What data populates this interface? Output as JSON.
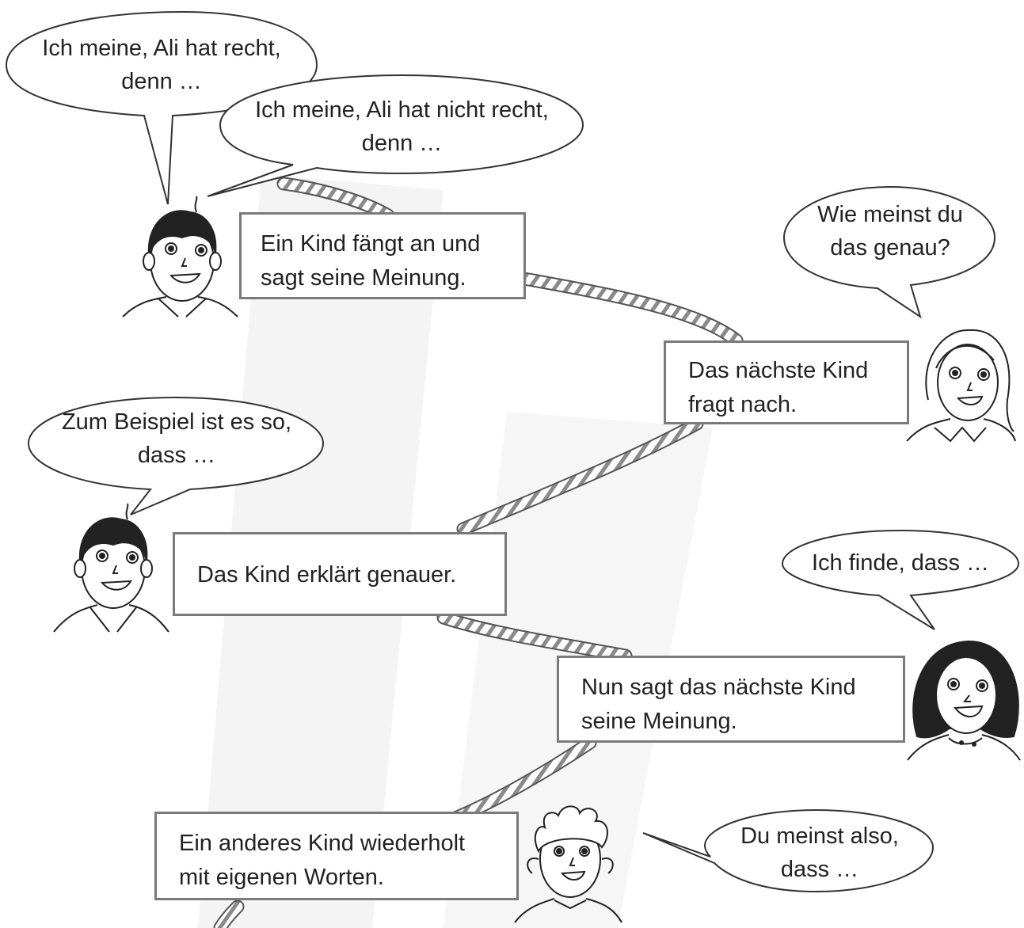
{
  "steps": [
    {
      "text": "Ein Kind fängt an und\nsagt seine Meinung."
    },
    {
      "text": "Das nächste Kind\nfragt nach."
    },
    {
      "text": "Das Kind erklärt genauer."
    },
    {
      "text": "Nun sagt das nächste Kind\nseine Meinung."
    },
    {
      "text": "Ein anderes Kind wiederholt\nmit eigenen Worten."
    }
  ],
  "bubbles": [
    {
      "text": "Ich meine, Ali hat recht,\ndenn …"
    },
    {
      "text": "Ich meine, Ali hat nicht recht,\ndenn …"
    },
    {
      "text": "Wie meinst du\ndas genau?"
    },
    {
      "text": "Zum Beispiel ist es so,\ndass …"
    },
    {
      "text": "Ich finde, dass …"
    },
    {
      "text": "Du meinst also,\ndass …"
    }
  ],
  "characters": [
    "boy-short-hair",
    "girl-light-hair",
    "boy-short-hair",
    "girl-dark-hair",
    "boy-curly-hair"
  ],
  "colors": {
    "box_border": "#7a7a7a",
    "rope": "#8a8a8a",
    "line": "#333333"
  }
}
